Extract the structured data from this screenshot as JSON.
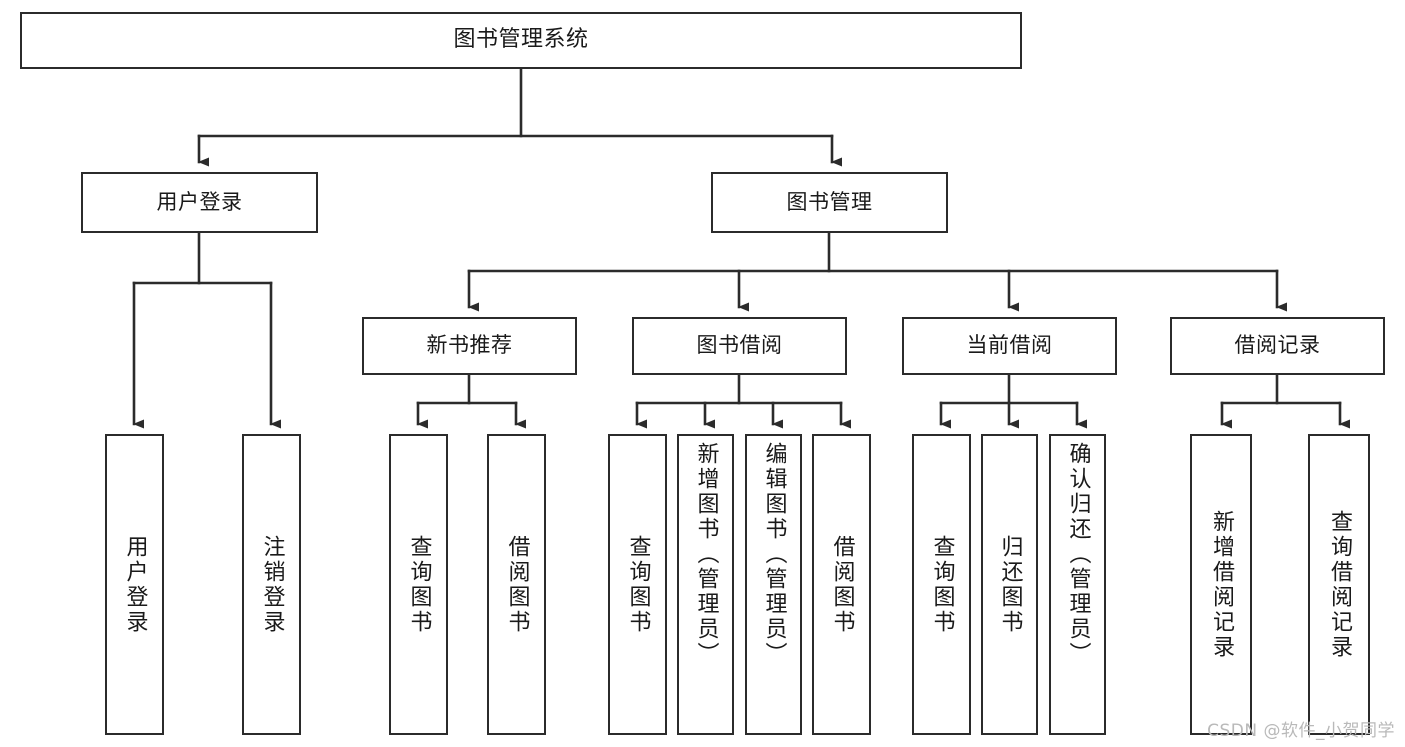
{
  "diagram": {
    "title": "图书管理系统",
    "type": "tree",
    "orientation": "top-down",
    "edge_style": "orthogonal-arrow",
    "colors": {
      "box_border": "#2b2b2b",
      "box_fill": "#ffffff",
      "edge": "#2b2b2b",
      "text": "#1a1a1a",
      "watermark": "#b9b9b9",
      "background": "#ffffff"
    }
  },
  "watermark": {
    "text": "CSDN @软件_小贺同学"
  },
  "nodes": {
    "root": {
      "label": "图书管理系统",
      "level": 0,
      "text_dir": "horizontal"
    },
    "l1": [
      {
        "id": "user-login",
        "label": "用户登录",
        "level": 1,
        "text_dir": "horizontal"
      },
      {
        "id": "book-manage",
        "label": "图书管理",
        "level": 1,
        "text_dir": "horizontal"
      }
    ],
    "l2": [
      {
        "id": "new-book-recommend",
        "label": "新书推荐",
        "level": 2,
        "text_dir": "horizontal",
        "parent": "book-manage"
      },
      {
        "id": "book-borrow",
        "label": "图书借阅",
        "level": 2,
        "text_dir": "horizontal",
        "parent": "book-manage"
      },
      {
        "id": "current-borrow",
        "label": "当前借阅",
        "level": 2,
        "text_dir": "horizontal",
        "parent": "book-manage"
      },
      {
        "id": "borrow-record",
        "label": "借阅记录",
        "level": 2,
        "text_dir": "horizontal",
        "parent": "book-manage"
      }
    ],
    "leaves": [
      {
        "id": "leaf-user-login",
        "label": "用户登录",
        "text_dir": "vertical",
        "parent": "user-login"
      },
      {
        "id": "leaf-logout-login",
        "label": "注销登录",
        "text_dir": "vertical",
        "parent": "user-login"
      },
      {
        "id": "leaf-query-book-rec",
        "label": "查询图书",
        "text_dir": "vertical",
        "parent": "new-book-recommend"
      },
      {
        "id": "leaf-borrow-book-rec",
        "label": "借阅图书",
        "text_dir": "vertical",
        "parent": "new-book-recommend"
      },
      {
        "id": "leaf-query-book-borrow",
        "label": "查询图书",
        "text_dir": "vertical",
        "parent": "book-borrow"
      },
      {
        "id": "leaf-add-book",
        "label": "新增图书（管理员）",
        "text_dir": "vertical",
        "parent": "book-borrow"
      },
      {
        "id": "leaf-edit-book",
        "label": "编辑图书（管理员）",
        "text_dir": "vertical",
        "parent": "book-borrow"
      },
      {
        "id": "leaf-borrow-book",
        "label": "借阅图书",
        "text_dir": "vertical",
        "parent": "book-borrow"
      },
      {
        "id": "leaf-query-book-cur",
        "label": "查询图书",
        "text_dir": "vertical",
        "parent": "current-borrow"
      },
      {
        "id": "leaf-return-book",
        "label": "归还图书",
        "text_dir": "vertical",
        "parent": "current-borrow"
      },
      {
        "id": "leaf-confirm-return",
        "label": "确认归还（管理员）",
        "text_dir": "vertical",
        "parent": "current-borrow"
      },
      {
        "id": "leaf-add-record",
        "label": "新增借阅记录",
        "text_dir": "vertical",
        "parent": "borrow-record"
      },
      {
        "id": "leaf-query-record",
        "label": "查询借阅记录",
        "text_dir": "vertical",
        "parent": "borrow-record"
      }
    ]
  }
}
